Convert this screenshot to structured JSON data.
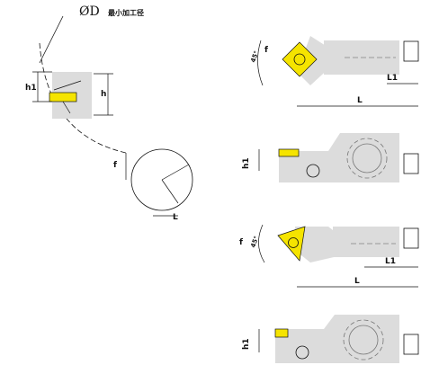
{
  "diameter_symbol": "ØD",
  "diameter_note": "最小加工径",
  "left_detail": {
    "h1": "h1",
    "h": "h"
  },
  "left_circle": {
    "f": "f",
    "L": "L"
  },
  "views": [
    {
      "angle": "45°",
      "f": "f",
      "L": "L",
      "L1": "L1"
    },
    {
      "h1": "h1"
    },
    {
      "angle": "45°",
      "f": "f",
      "L": "L",
      "L1": "L1"
    },
    {
      "h1": "h1"
    }
  ],
  "colors": {
    "insert": "#f5e400",
    "body": "#dcdcdc",
    "line": "#111111",
    "dash": "#555555"
  }
}
